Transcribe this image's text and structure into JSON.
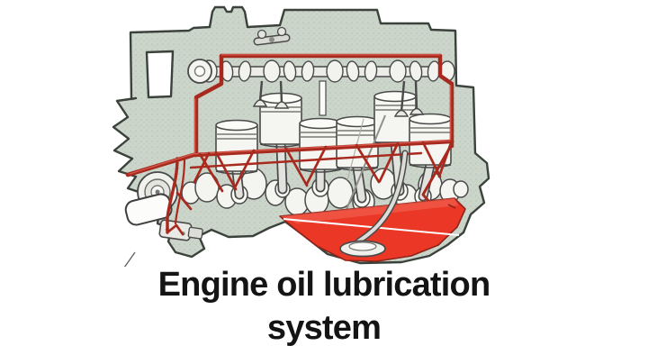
{
  "caption": {
    "line1": "Engine oil lubrication",
    "line2": "system"
  },
  "figure": {
    "type": "technical-illustration",
    "subject": "engine-oil-lubrication-system",
    "components": [
      "engine-block",
      "valve-cover",
      "camshaft",
      "valve-train",
      "pistons",
      "connecting-rods",
      "crankshaft",
      "main-oil-gallery",
      "oil-feed-lines",
      "oil-pump",
      "oil-filter",
      "front-pulley",
      "oil-pan",
      "oil-pickup-strainer",
      "dipstick"
    ],
    "colors": {
      "background": "#ffffff",
      "engine_body": "#cbd5ca",
      "outline": "#3b423c",
      "oil_line_red": "#a82a1f",
      "oil_pan_red": "#ea3726",
      "metal_light": "#f4f4f0",
      "caption_text": "#141414"
    }
  }
}
